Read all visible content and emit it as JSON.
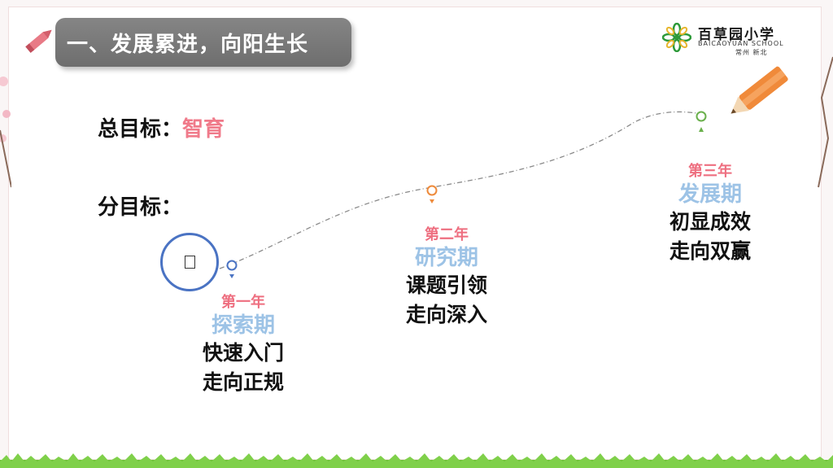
{
  "header": {
    "title": "一、发展累进，向阳生长"
  },
  "logo": {
    "name": "百草园小学",
    "english": "BAICAOYUAN SCHOOL",
    "city": "常州 新北",
    "icon": "flower-logo-icon",
    "color": "#2e9a3a"
  },
  "goals": {
    "overall_label": "总目标：",
    "overall_value": "智育",
    "sub_label": "分目标："
  },
  "stages": [
    {
      "year": "第一年",
      "name": "探索期",
      "lines": [
        "快速入门",
        "走向正规"
      ],
      "marker_color": "#4a73c3"
    },
    {
      "year": "第二年",
      "name": "研究期",
      "lines": [
        "课题引领",
        "走向深入"
      ],
      "marker_color": "#ee8a3a"
    },
    {
      "year": "第三年",
      "name": "发展期",
      "lines": [
        "初显成效",
        "走向双赢"
      ],
      "marker_color": "#6ab04c"
    }
  ],
  "colors": {
    "title_bar": "#7a7a7a",
    "accent_pink": "#f07a8a",
    "stage_name_blue": "#9dc3e6",
    "circle_blue": "#4a73c3"
  },
  "icons": {
    "pen": "fountain-pen-icon",
    "pencil": "pencil-icon",
    "circle_glyph": "missing-glyph-icon"
  }
}
